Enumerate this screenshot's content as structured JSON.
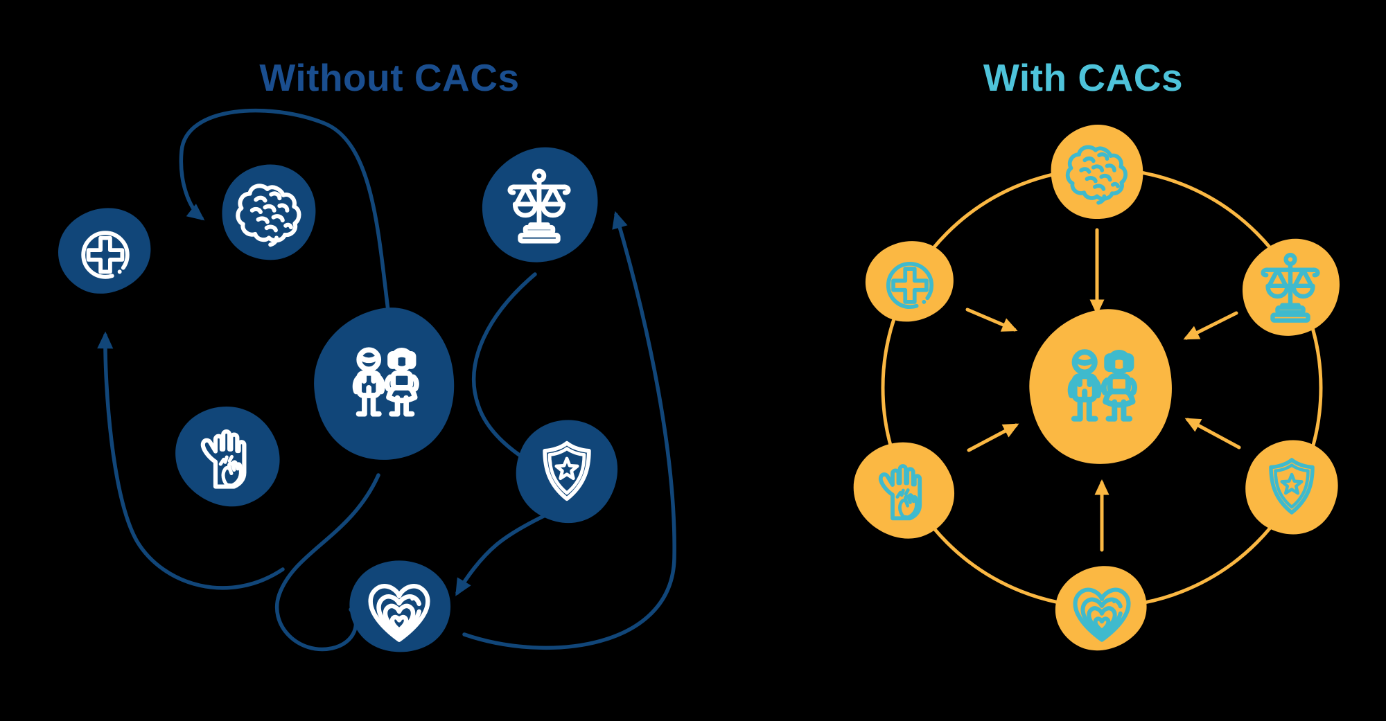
{
  "canvas": {
    "background_color": "#000000"
  },
  "colors": {
    "navy_blob": "#114679",
    "navy_title": "#1A4E8F",
    "yellow_blob": "#FBB843",
    "teal_icon": "#3FBACD",
    "teal_title": "#4EC3DA",
    "white_icon": "#FFFFFF"
  },
  "left_panel": {
    "title": "Without CACs",
    "layout": "scattered blobs with tangled crossing arrows",
    "icons": [
      "medical-cross",
      "brain",
      "scales-of-justice",
      "children",
      "helping-hand",
      "shield-with-star",
      "nested-hearts"
    ]
  },
  "right_panel": {
    "title": "With CACs",
    "layout": "ring of blobs with arrows pointing to children in center",
    "icons": [
      "brain",
      "scales-of-justice",
      "shield-with-star",
      "nested-hearts",
      "helping-hand",
      "medical-cross",
      "children"
    ]
  }
}
